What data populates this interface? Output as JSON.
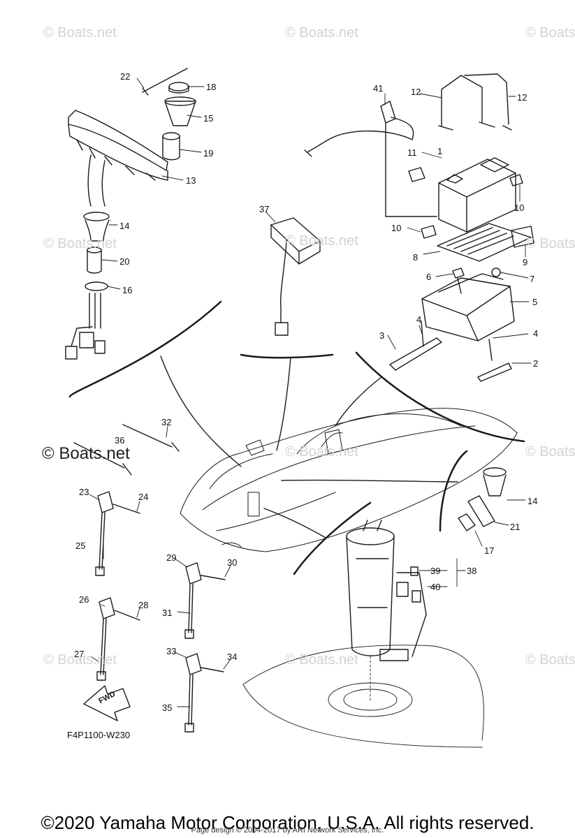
{
  "diagram_code": "F4P1100-W230",
  "copyright": "©2020 Yamaha Motor Corporation, U.S.A. All rights reserved.",
  "page_design": "Page design © 2004-2017 by ARI Network Services, Inc.",
  "watermark_text": "© Boats.net",
  "fwd_label": "FWD",
  "callouts": {
    "c1": "1",
    "c2": "2",
    "c3": "3",
    "c4a": "4",
    "c4b": "4",
    "c5": "5",
    "c6": "6",
    "c7": "7",
    "c8": "8",
    "c9": "9",
    "c10a": "10",
    "c10b": "10",
    "c11": "11",
    "c12a": "12",
    "c12b": "12",
    "c13": "13",
    "c14a": "14",
    "c14b": "14",
    "c15": "15",
    "c16": "16",
    "c17": "17",
    "c18": "18",
    "c19": "19",
    "c20": "20",
    "c21": "21",
    "c22": "22",
    "c23": "23",
    "c24": "24",
    "c25": "25",
    "c26": "26",
    "c27": "27",
    "c28": "28",
    "c29": "29",
    "c30": "30",
    "c31": "31",
    "c32": "32",
    "c33": "33",
    "c34": "34",
    "c35": "35",
    "c36": "36",
    "c37": "37",
    "c38": "38",
    "c39": "39",
    "c40": "40",
    "c41": "41"
  },
  "colors": {
    "line": "#1a1a1a",
    "watermark": "#d2d2d2"
  }
}
